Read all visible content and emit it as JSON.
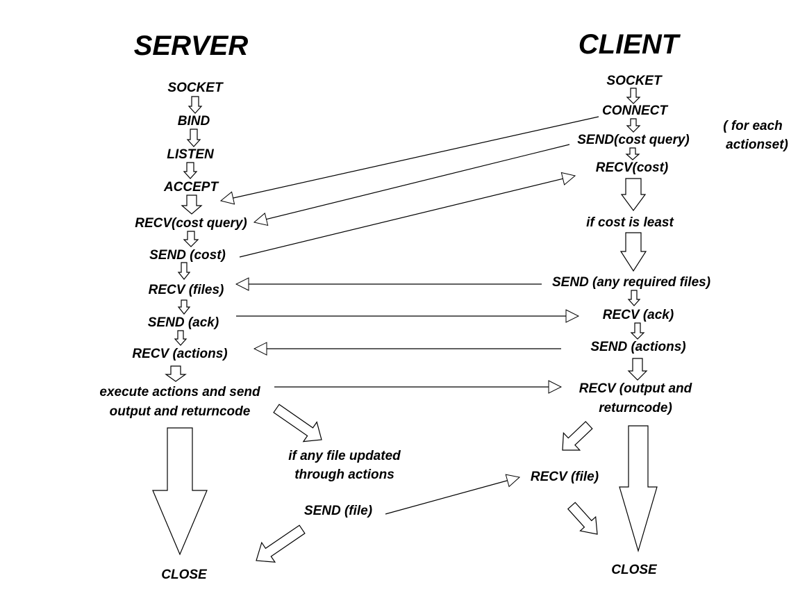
{
  "server": {
    "title": "SERVER",
    "socket": "SOCKET",
    "bind": "BIND",
    "listen": "LISTEN",
    "accept": "ACCEPT",
    "recv_cost_query": "RECV(cost query)",
    "send_cost": "SEND (cost)",
    "recv_files": "RECV (files)",
    "send_ack": "SEND (ack)",
    "recv_actions": "RECV (actions)",
    "execute_line1": "execute actions and send",
    "execute_line2": "output and returncode",
    "if_updated_line1": "if any file updated",
    "if_updated_line2": "through actions",
    "send_file": "SEND (file)",
    "close": "CLOSE"
  },
  "client": {
    "title": "CLIENT",
    "socket": "SOCKET",
    "connect": "CONNECT",
    "send_cost_query": "SEND(cost query)",
    "recv_cost": "RECV(cost)",
    "if_least": "if cost is least",
    "send_files": "SEND (any required files)",
    "recv_ack": "RECV (ack)",
    "send_actions": "SEND (actions)",
    "recv_output_line1": "RECV (output and",
    "recv_output_line2": "returncode)",
    "recv_file": "RECV (file)",
    "close": "CLOSE"
  },
  "note": {
    "line1": "( for each",
    "line2": "actionset)"
  }
}
